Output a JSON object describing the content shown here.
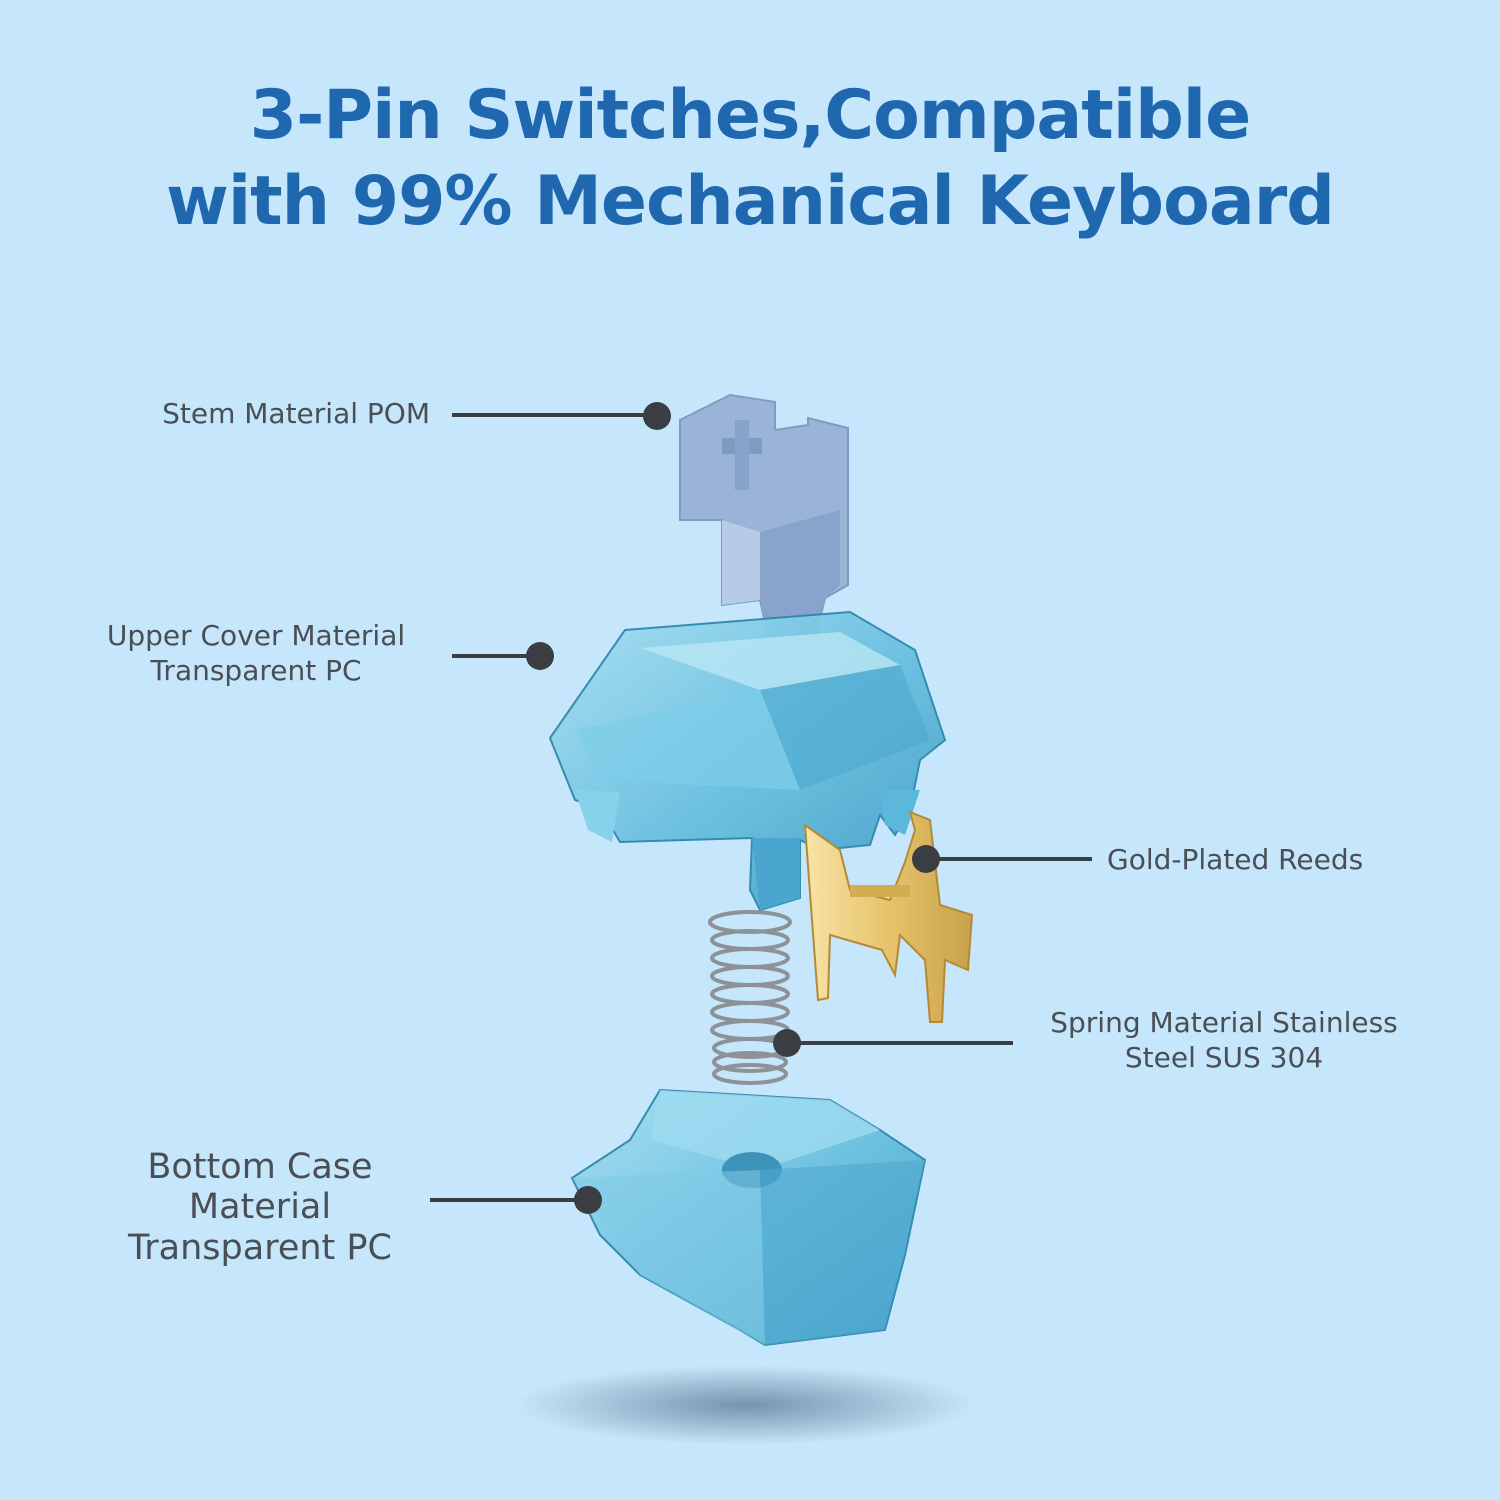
{
  "headline": {
    "line1": "3-Pin Switches,Compatible",
    "line2": "with 99% Mechanical Keyboard"
  },
  "callouts": {
    "stem": {
      "line1": "Stem Material POM"
    },
    "upper_cover": {
      "line1": "Upper Cover Material",
      "line2": "Transparent PC"
    },
    "reeds": {
      "line1": "Gold-Plated Reeds"
    },
    "spring": {
      "line1": "Spring Material Stainless",
      "line2": "Steel SUS 304"
    },
    "bottom_case": {
      "line1": "Bottom Case",
      "line2": "Material",
      "line3": "Transparent PC"
    }
  },
  "colors": {
    "background": "#c6e6fb",
    "headline": "#1f68b0",
    "label_text": "#4a4f55",
    "leader": "#3a3d42",
    "stem": "#9ab4d8",
    "housing": "#6cc1e0",
    "reed": "#e6c36a",
    "spring": "#8c9297"
  }
}
